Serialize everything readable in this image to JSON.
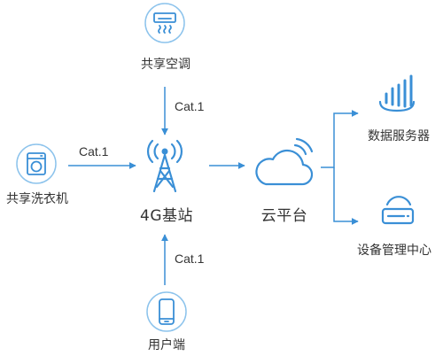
{
  "nodes": {
    "shared_ac": {
      "label": "共享空调",
      "icon": "air-conditioner-icon"
    },
    "shared_washer": {
      "label": "共享洗衣机",
      "icon": "washing-machine-icon"
    },
    "user_end": {
      "label": "用户端",
      "icon": "smartphone-icon"
    },
    "base_station": {
      "label": "4G基站",
      "icon": "cell-tower-icon"
    },
    "cloud_platform": {
      "label": "云平台",
      "icon": "cloud-icon"
    },
    "data_server": {
      "label": "数据服务器",
      "icon": "server-signal-icon"
    },
    "device_center": {
      "label": "设备管理中心",
      "icon": "router-icon"
    }
  },
  "edges": {
    "ac_to_station": "Cat.1",
    "washer_to_station": "Cat.1",
    "user_to_station": "Cat.1"
  },
  "colors": {
    "accent": "#3a8fd6",
    "circle_border": "#8cc3ec",
    "text": "#333333"
  }
}
